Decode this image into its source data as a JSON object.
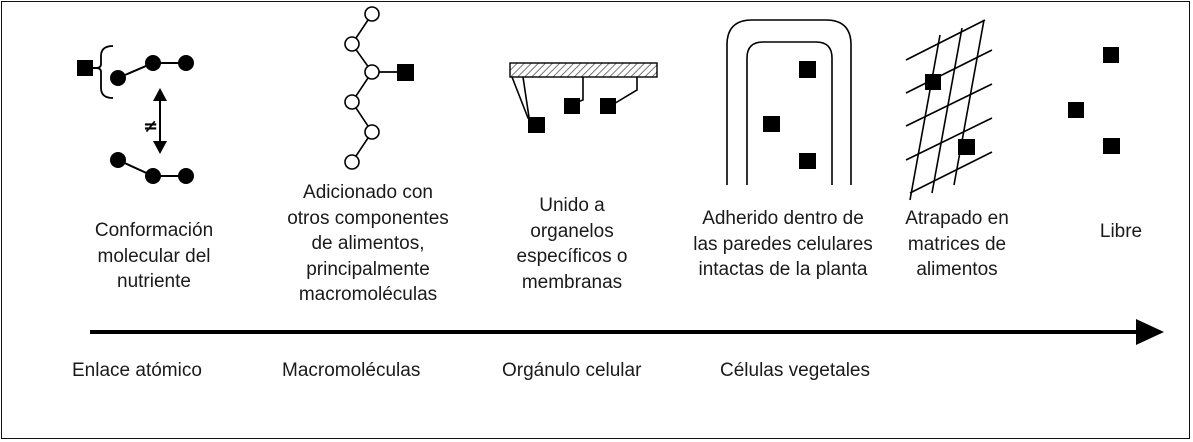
{
  "diagram": {
    "stages": [
      {
        "caption": "Conformación\nmolecular del\nnutriente",
        "level": "Enlace atómico"
      },
      {
        "caption": "Adicionado con\notros componentes\nde alimentos,\nprincipalmente\nmacromoléculas",
        "level": "Macromoléculas"
      },
      {
        "caption": "Unido a\norganelos\nespecíficos o\nmembranas",
        "level": "Orgánulo celular"
      },
      {
        "caption": "Adherido dentro de\nlas paredes celulares\nintactas de la planta",
        "level": "Células vegetales"
      },
      {
        "caption": "Atrapado en\nmatrices de\nalimentos",
        "level": ""
      },
      {
        "caption": "Libre",
        "level": ""
      }
    ],
    "not_equal_symbol": "≠",
    "colors": {
      "ink": "#000000",
      "hatch": "#555555"
    }
  }
}
